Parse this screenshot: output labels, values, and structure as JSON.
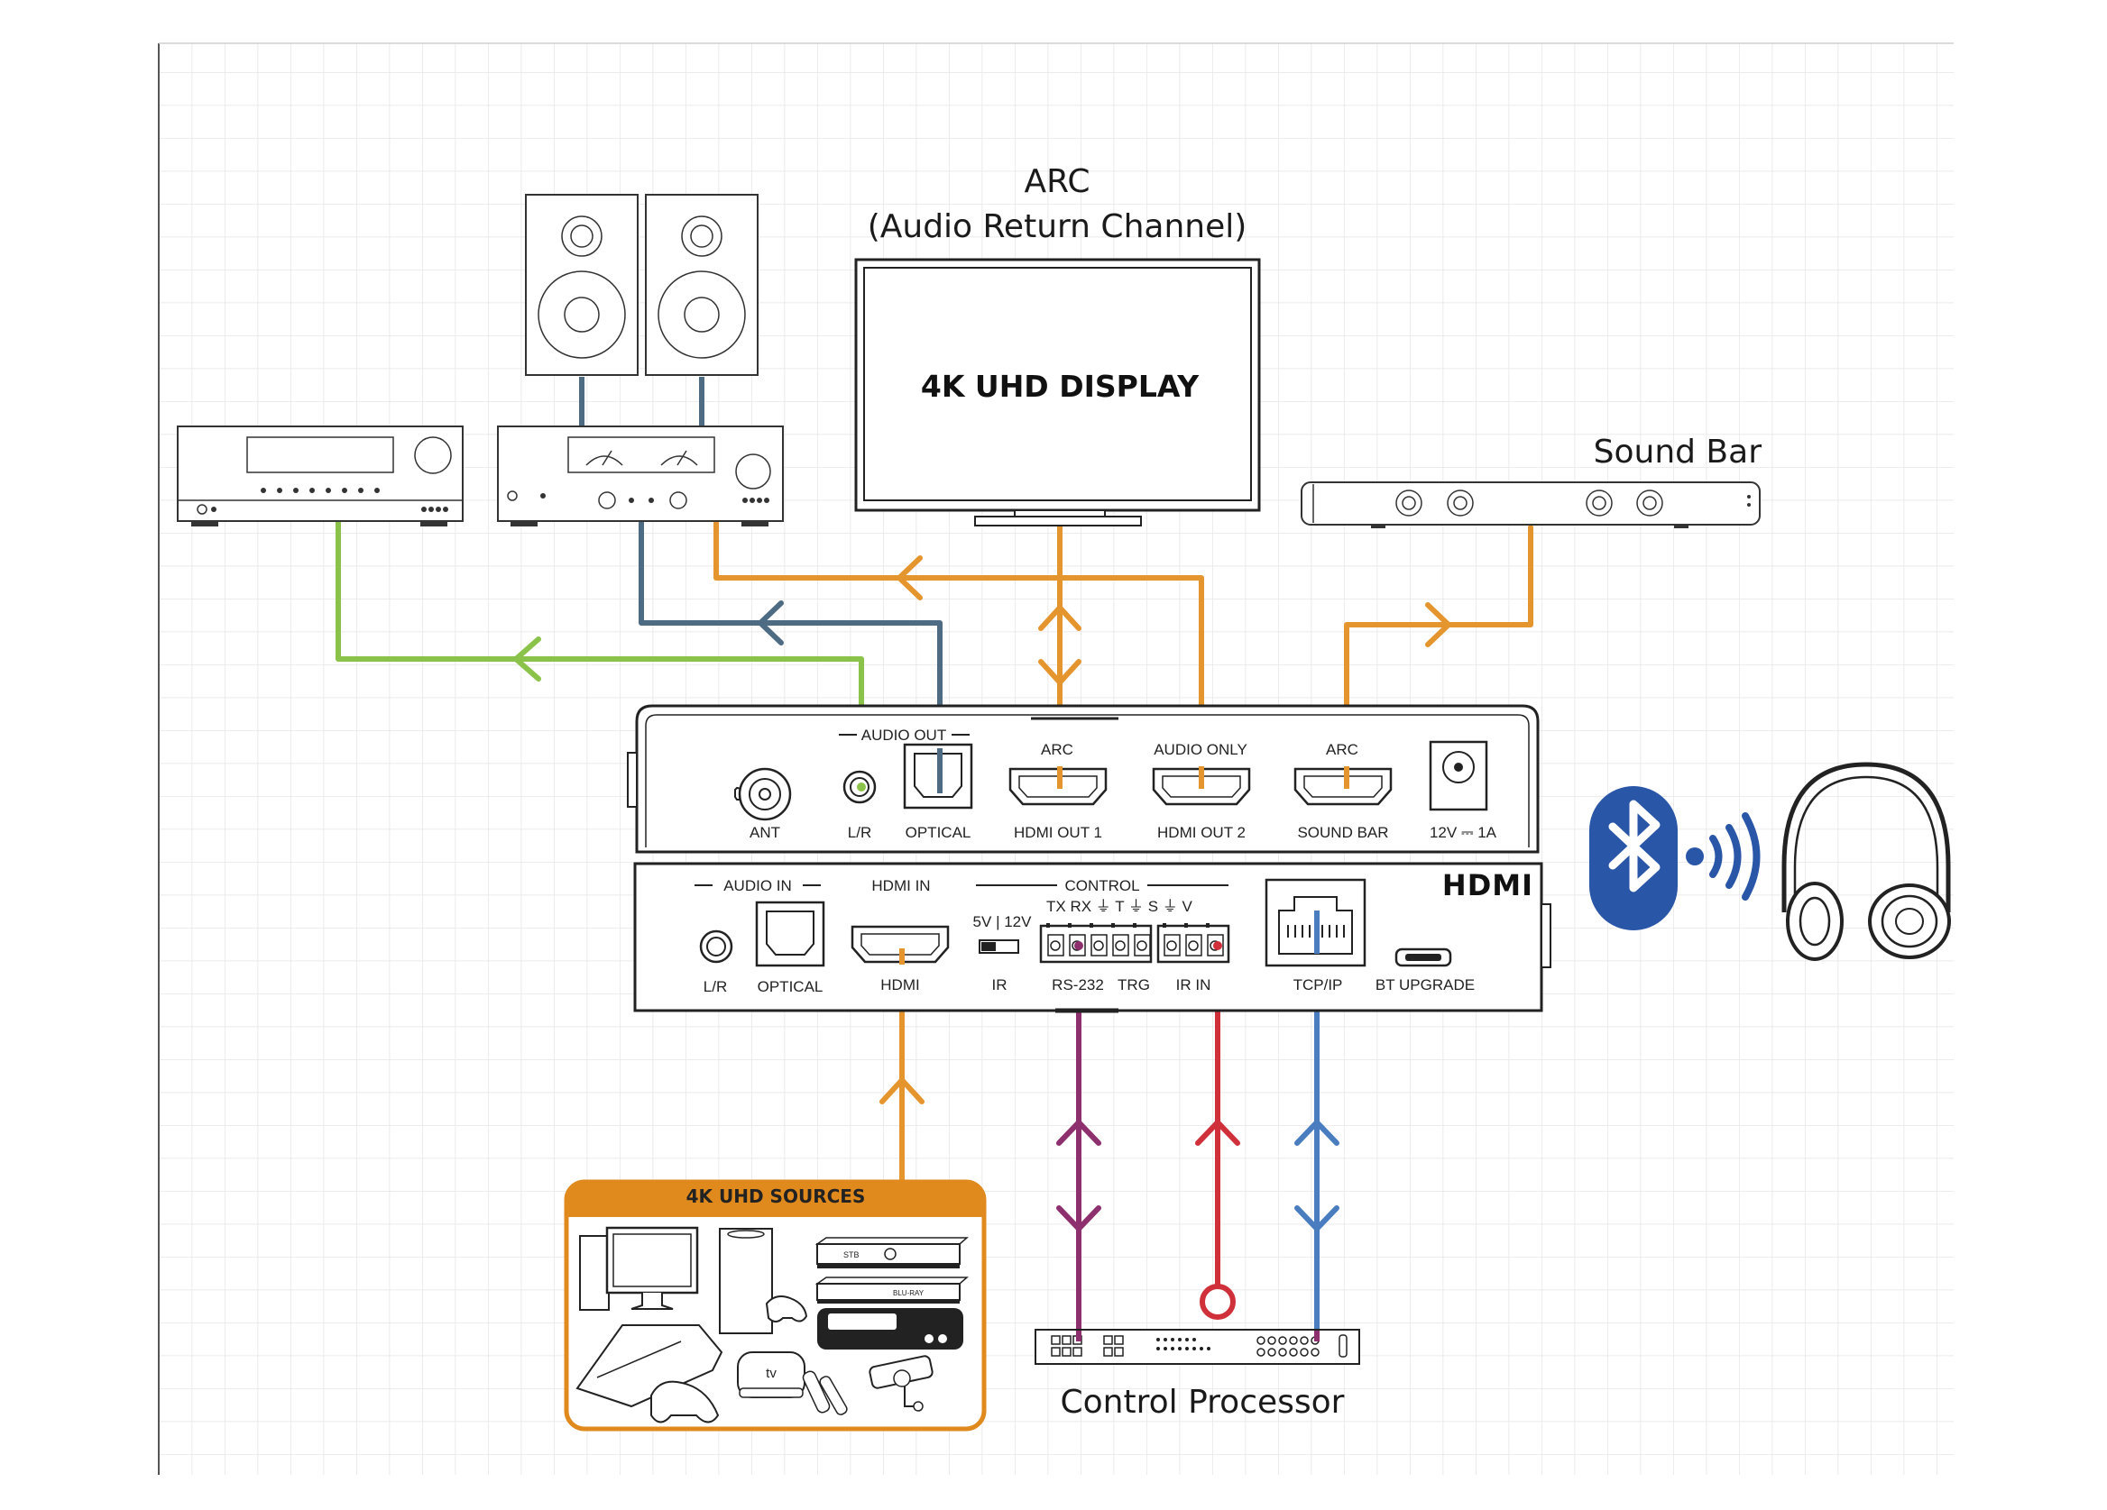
{
  "display": {
    "title_line1": "ARC",
    "title_line2": "(Audio Return Channel)",
    "screen_label": "4K UHD DISPLAY"
  },
  "soundbar_title": "Sound Bar",
  "control_processor_title": "Control Processor",
  "sources_title": "4K UHD SOURCES",
  "source_devices": {
    "stb": "STB",
    "bluray": "BLU-RAY",
    "appletv": "tv"
  },
  "top_panel": {
    "audio_out": "AUDIO OUT",
    "arc_1": "ARC",
    "audio_only": "AUDIO ONLY",
    "arc_2": "ARC",
    "ant": "ANT",
    "lr": "L/R",
    "optical": "OPTICAL",
    "hdmi_out_1": "HDMI OUT 1",
    "hdmi_out_2": "HDMI OUT 2",
    "sound_bar": "SOUND BAR",
    "power": "12V ⎓ 1A"
  },
  "bottom_panel": {
    "audio_in": "AUDIO IN",
    "hdmi_in": "HDMI IN",
    "control": "CONTROL",
    "voltage": "5V | 12V",
    "pins": "TX RX ⏚  T ⏚  S ⏚  V",
    "lr": "L/R",
    "optical": "OPTICAL",
    "hdmi": "HDMI",
    "ir": "IR",
    "rs232": "RS-232",
    "trg": "TRG",
    "ir_in": "IR IN",
    "tcpip": "TCP/IP",
    "bt_upgrade": "BT UPGRADE",
    "hdmi_logo": "HDMI"
  },
  "colors": {
    "orange": "#E5952E",
    "green": "#8BC34A",
    "slate": "#4E6B84",
    "purple": "#8E2F6E",
    "red": "#D0303A",
    "blue": "#4A7DC0",
    "bluetooth": "#2A56A8",
    "sources_frame": "#E08A1E"
  },
  "icons": [
    "speaker-icon",
    "receiver-icon",
    "amplifier-icon",
    "bluetooth-icon",
    "headphones-icon",
    "hdmi-port-icon",
    "rj45-port-icon"
  ]
}
